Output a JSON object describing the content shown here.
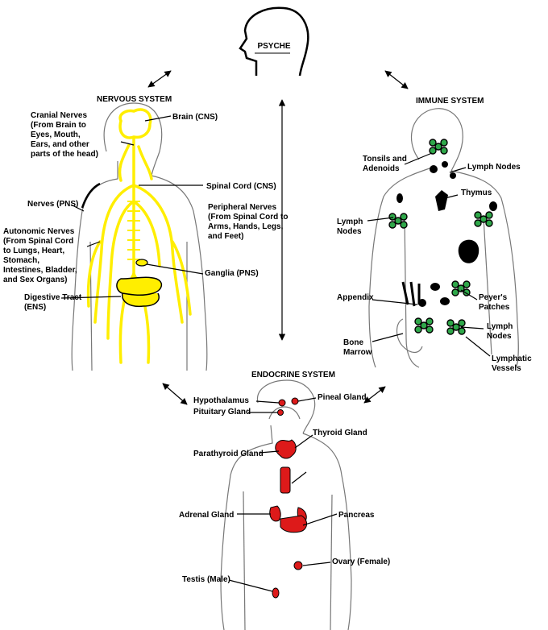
{
  "titles": {
    "psyche": "PSYCHE",
    "nervous": "NERVOUS SYSTEM",
    "immune": "IMMUNE SYSTEM",
    "endocrine": "ENDOCRINE SYSTEM"
  },
  "nervous": {
    "cranial": "Cranial Nerves\n(From Brain to\nEyes, Mouth,\nEars, and other\nparts of the head)",
    "brain": "Brain (CNS)",
    "spinal_cord": "Spinal Cord (CNS)",
    "nerves_pns": "Nerves (PNS)",
    "peripheral": "Peripheral Nerves\n(From Spinal Cord to\nArms, Hands, Legs,\nand Feet)",
    "autonomic": "Autonomic Nerves\n(From Spinal Cord\nto Lungs, Heart,\nStomach,\nIntestines, Bladder,\nand Sex Organs)",
    "ganglia": "Ganglia (PNS)",
    "digestive": "Digestive Tract\n(ENS)"
  },
  "immune": {
    "tonsils": "Tonsils and\nAdenoids",
    "lymph_nodes_neck": "Lymph Nodes",
    "thymus": "Thymus",
    "lymph_nodes_arm": "Lymph\nNodes",
    "appendix": "Appendix",
    "peyers": "Peyer's\nPatches",
    "bone_marrow": "Bone\nMarrow",
    "lymph_nodes_groin": "Lymph\nNodes",
    "lymphatic": "Lymphatic\nVessels"
  },
  "endocrine": {
    "hypothalamus": "Hypothalamus",
    "pineal": "Pineal Gland",
    "pituitary": "Pituitary Gland",
    "thyroid": "Thyroid Gland",
    "parathyroid": "Parathyroid Gland",
    "adrenal": "Adrenal Gland",
    "pancreas": "Pancreas",
    "ovary": "Ovary (Female)",
    "testis": "Testis (Male)"
  },
  "colors": {
    "nerve": "#ffee00",
    "gland": "#dd1a1a",
    "node_fill": "#2fa84a",
    "outline": "#555555"
  }
}
